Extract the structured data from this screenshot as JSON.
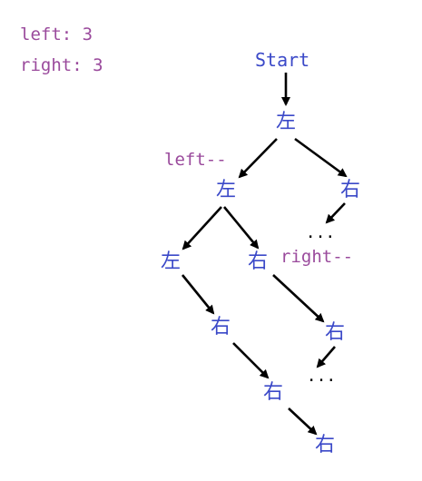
{
  "counters": {
    "left": "left: 3",
    "right": "right: 3"
  },
  "tree": {
    "start": "Start",
    "root": "左",
    "left_child": "左",
    "right_child": "右",
    "right_ellipsis": "...",
    "ll": "左",
    "lr": "右",
    "ll_r": "右",
    "ll_rr": "右",
    "ll_rrr": "右",
    "lr_r": "右",
    "lr_ellipsis": "..."
  },
  "annotations": {
    "left_dec": "left--",
    "right_dec": "right--"
  },
  "colors": {
    "counter_text": "#9a4a9c",
    "node_text": "#3b49c8",
    "edge": "#000000"
  }
}
